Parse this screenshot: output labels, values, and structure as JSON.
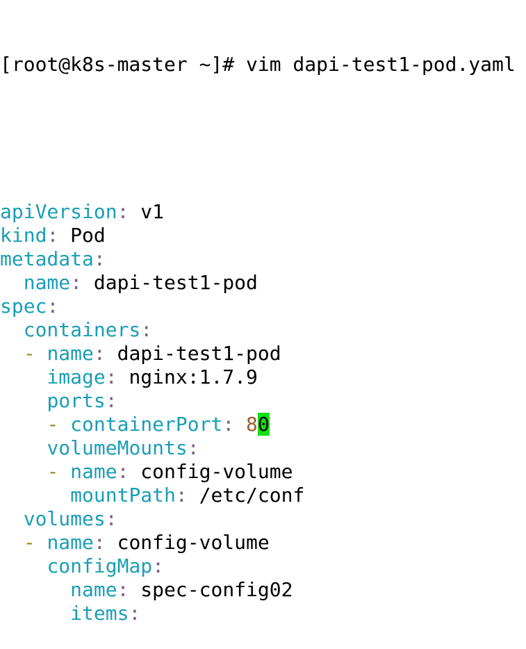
{
  "terminal": {
    "prompt": "[root@k8s-master ~]# vim dapi-test1-pod.yaml",
    "lines": [
      {
        "indent": "",
        "dash": "",
        "key": "apiVersion",
        "value": " v1"
      },
      {
        "indent": "",
        "dash": "",
        "key": "kind",
        "value": " Pod"
      },
      {
        "indent": "",
        "dash": "",
        "key": "metadata",
        "value": ""
      },
      {
        "indent": "  ",
        "dash": "",
        "key": "name",
        "value": " dapi-test1-pod"
      },
      {
        "indent": "",
        "dash": "",
        "key": "spec",
        "value": ""
      },
      {
        "indent": "  ",
        "dash": "",
        "key": "containers",
        "value": ""
      },
      {
        "indent": "  ",
        "dash": "- ",
        "key": "name",
        "value": " dapi-test1-pod"
      },
      {
        "indent": "    ",
        "dash": "",
        "key": "image",
        "value": " nginx:1.7.9"
      },
      {
        "indent": "    ",
        "dash": "",
        "key": "ports",
        "value": ""
      },
      {
        "indent": "    ",
        "dash": "- ",
        "key": "containerPort",
        "value": "",
        "num_before_cursor": " 8",
        "cursor_char": "0"
      },
      {
        "indent": "    ",
        "dash": "",
        "key": "volumeMounts",
        "value": ""
      },
      {
        "indent": "    ",
        "dash": "- ",
        "key": "name",
        "value": " config-volume"
      },
      {
        "indent": "      ",
        "dash": "",
        "key": "mountPath",
        "value": " /etc/conf"
      },
      {
        "indent": "  ",
        "dash": "",
        "key": "volumes",
        "value": ""
      },
      {
        "indent": "  ",
        "dash": "- ",
        "key": "name",
        "value": " config-volume"
      },
      {
        "indent": "    ",
        "dash": "",
        "key": "configMap",
        "value": ""
      },
      {
        "indent": "      ",
        "dash": "",
        "key": "name",
        "value": " spec-config02"
      },
      {
        "indent": "      ",
        "dash": "",
        "key": "items",
        "value": ""
      }
    ]
  },
  "colors": {
    "key": "#1a9eb5",
    "colon": "#7d5c8f",
    "dash": "#9a8a1e",
    "number": "#9a5a2e",
    "cursor": "#12e012",
    "background": "#ffffff"
  }
}
